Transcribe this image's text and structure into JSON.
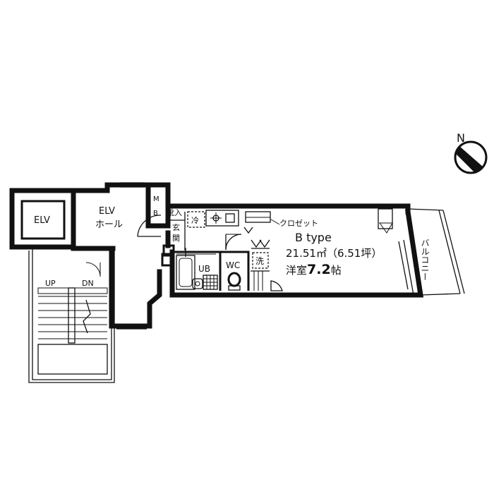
{
  "labels": {
    "elv_box": "ELV",
    "elv_hall_line1": "ELV",
    "elv_hall_line2": "ホール",
    "mb_line1": "M",
    "mb_line2": "B",
    "up": "UP",
    "dn": "DN",
    "shoe_storage": "靴入",
    "entrance_line1": "玄",
    "entrance_line2": "関",
    "fridge": "冷",
    "closet": "クロゼット",
    "unit_bath": "UB",
    "wc": "WC",
    "washer": "洗",
    "balcony": "バルコニー",
    "north": "N"
  },
  "unit": {
    "type_name": "B type",
    "area": "21.51㎡（6.51坪）",
    "room_name": "洋室",
    "room_size": "7.2",
    "room_unit": "帖"
  }
}
